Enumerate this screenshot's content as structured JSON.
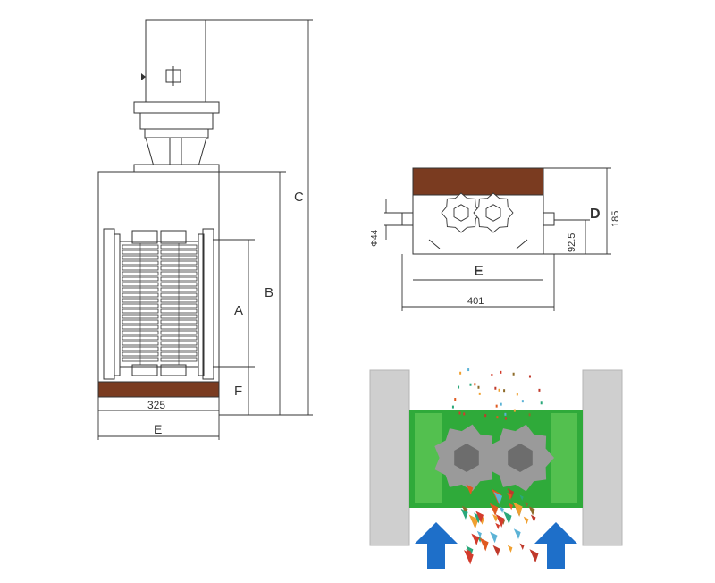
{
  "front_view": {
    "labels": {
      "a": "A",
      "b": "B",
      "c": "C",
      "f": "F",
      "e": "E",
      "width": "325"
    },
    "colors": {
      "base_plate": "#7a3b20",
      "line": "#333333"
    }
  },
  "side_view": {
    "labels": {
      "d": "D",
      "height": "185",
      "half_height": "92.5",
      "diameter": "Φ44",
      "e": "E",
      "width": "401"
    },
    "colors": {
      "top_plate": "#7a3b20"
    }
  },
  "illustration": {
    "colors": {
      "housing": "#2faa3a",
      "housing_light": "#6ccf5e",
      "walls": "#cfcfcf",
      "cutters": "#9a9a9a",
      "hub": "#6d6d6d",
      "arrows": "#1e6fc9"
    },
    "icons": [
      "flow-arrow-icon",
      "flow-arrow-icon"
    ]
  }
}
